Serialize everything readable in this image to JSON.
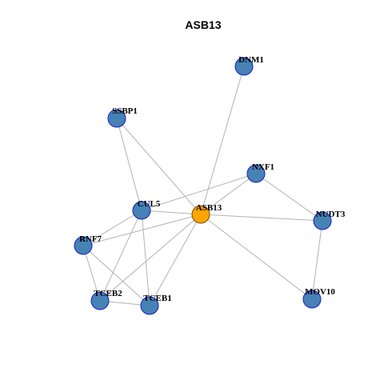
{
  "title": "ASB13",
  "colors": {
    "hub_fill": "#ffa500",
    "hub_stroke": "#7a4a00",
    "node_fill": "#4682b4",
    "node_stroke": "#1a1acc",
    "edge": "#b3b3b3"
  },
  "nodes": [
    {
      "id": "ASB13",
      "hub": true
    },
    {
      "id": "DNM1"
    },
    {
      "id": "SSBP1"
    },
    {
      "id": "NXF1"
    },
    {
      "id": "CUL5"
    },
    {
      "id": "NUDT3"
    },
    {
      "id": "RNF7"
    },
    {
      "id": "MOV10"
    },
    {
      "id": "TCEB2"
    },
    {
      "id": "TCEB1"
    }
  ],
  "edges": [
    [
      "ASB13",
      "DNM1"
    ],
    [
      "ASB13",
      "SSBP1"
    ],
    [
      "ASB13",
      "NXF1"
    ],
    [
      "ASB13",
      "NUDT3"
    ],
    [
      "ASB13",
      "MOV10"
    ],
    [
      "ASB13",
      "CUL5"
    ],
    [
      "ASB13",
      "RNF7"
    ],
    [
      "ASB13",
      "TCEB2"
    ],
    [
      "ASB13",
      "TCEB1"
    ],
    [
      "NXF1",
      "NUDT3"
    ],
    [
      "NXF1",
      "CUL5"
    ],
    [
      "NUDT3",
      "MOV10"
    ],
    [
      "SSBP1",
      "CUL5"
    ],
    [
      "CUL5",
      "RNF7"
    ],
    [
      "CUL5",
      "TCEB2"
    ],
    [
      "CUL5",
      "TCEB1"
    ],
    [
      "RNF7",
      "TCEB2"
    ],
    [
      "RNF7",
      "TCEB1"
    ],
    [
      "TCEB2",
      "TCEB1"
    ]
  ]
}
